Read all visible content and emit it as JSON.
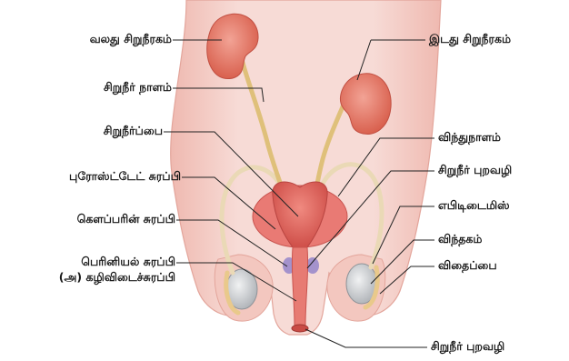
{
  "labels": {
    "right_kidney": "வலது சிறுநீரகம்",
    "left_kidney": "இடது சிறுநீரகம்",
    "ureter": "சிறுநீர் நாளம்",
    "bladder": "சிறுநீர்ப்பை",
    "prostate": "புரோஸ்ட்டேட் சுரப்பி",
    "cowper_gland": "கௌப்பரின் சுரப்பி",
    "perineal_gland_line1": "பெரினியல் சுரப்பி",
    "perineal_gland_line2": "(அ) கழிவிடைச்சுரப்பி",
    "vas_deferens": "விந்துநாளம்",
    "urethra_upper": "சிறுநீர் புறவழி",
    "epididymis": "எபிடிடைமிஸ்",
    "testis": "விந்தகம்",
    "scrotum": "விதைப்பை",
    "urethra_bottom": "சிறுநீர் புறவழி"
  },
  "colors": {
    "body": "#f5d4cf",
    "kidney": "#e4796b",
    "bladder": "#e0655e",
    "ureter": "#dfc07a",
    "testis": "#c9cdd0",
    "leader": "#222222"
  }
}
